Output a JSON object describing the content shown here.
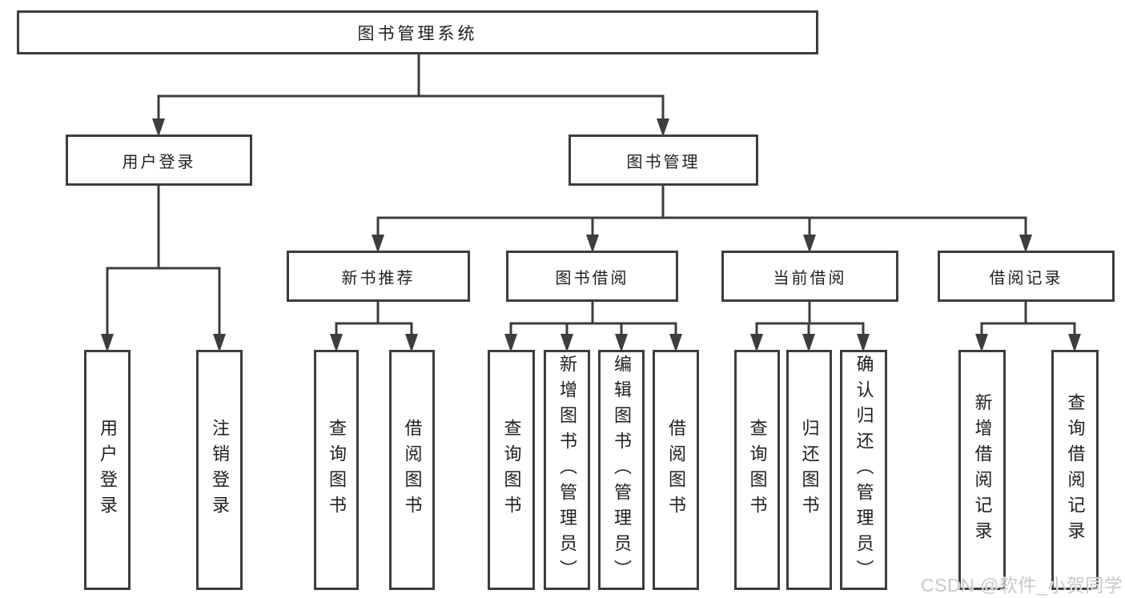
{
  "diagram": {
    "root": {
      "label": "图书管理系统"
    },
    "branches": [
      {
        "label": "用户登录",
        "children": [
          {
            "label": "用户登录"
          },
          {
            "label": "注销登录"
          }
        ]
      },
      {
        "label": "图书管理",
        "children": [
          {
            "label": "新书推荐",
            "children": [
              {
                "label": "查询图书"
              },
              {
                "label": "借阅图书"
              }
            ]
          },
          {
            "label": "图书借阅",
            "children": [
              {
                "label": "查询图书"
              },
              {
                "label": "新增图书（管理员）"
              },
              {
                "label": "编辑图书（管理员）"
              },
              {
                "label": "借阅图书"
              }
            ]
          },
          {
            "label": "当前借阅",
            "children": [
              {
                "label": "查询图书"
              },
              {
                "label": "归还图书"
              },
              {
                "label": "确认归还（管理员）"
              }
            ]
          },
          {
            "label": "借阅记录",
            "children": [
              {
                "label": "新增借阅记录"
              },
              {
                "label": "查询借阅记录"
              }
            ]
          }
        ]
      }
    ]
  },
  "watermark": {
    "text": "CSDN @软件_小贺同学"
  },
  "colors": {
    "line": "#3d3d3d",
    "text": "#1f1f1f",
    "watermark": "#c9c9c9",
    "background": "#ffffff"
  }
}
